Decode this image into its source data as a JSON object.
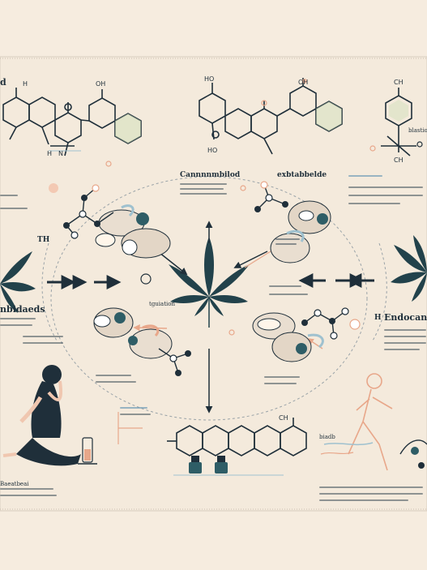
{
  "labels": {
    "top_left_d": "d",
    "tl_oh": "OH",
    "tl_h": "H",
    "tl_n": "N",
    "tl_h2": "H",
    "tc_ho_top": "HO",
    "tc_oh": "OH",
    "tc_ho_bottom": "HO",
    "tr_ch_top": "CH",
    "tr_ch_bottom": "CH",
    "tr_label": "blastio",
    "left_th": "TH",
    "heading_center": "Cannnnmbilod",
    "heading_right": "exbtabbelde",
    "left_heading": "nbidaeds",
    "right_heading_h": "H",
    "right_heading": "Endocan",
    "mid_label_1": "tguiation",
    "bottom_ch": "CH",
    "right_bottom_label": "biadb",
    "bl_label": "Baeatbeai"
  },
  "colors": {
    "background": "#f6ecdf",
    "ink": "#1f2f3a",
    "teal": "#2e5d66",
    "coral": "#e8a78a",
    "soft_blue": "#9fc1cf",
    "panel": "#efe6da"
  },
  "icons": [
    "cannabis-leaf-icon",
    "meditating-person-icon",
    "walking-person-icon",
    "dropper-bottle-icon",
    "receptor-molecule-icon"
  ]
}
